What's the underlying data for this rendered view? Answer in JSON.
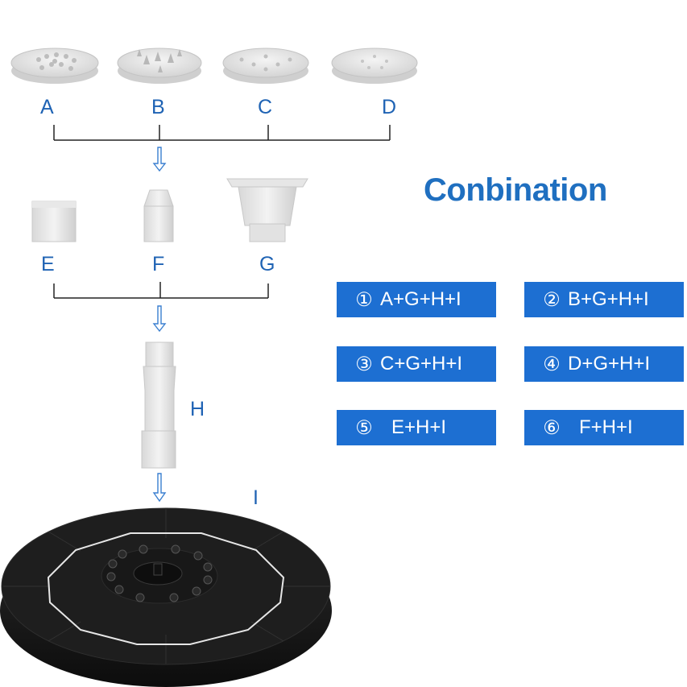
{
  "title": "Conbination",
  "parts": {
    "A": "A",
    "B": "B",
    "C": "C",
    "D": "D",
    "E": "E",
    "F": "F",
    "G": "G",
    "H": "H",
    "I": "I"
  },
  "combinations": [
    {
      "num": "①",
      "text": "A+G+H+I"
    },
    {
      "num": "②",
      "text": "B+G+H+I"
    },
    {
      "num": "③",
      "text": "C+G+H+I"
    },
    {
      "num": "④",
      "text": "D+G+H+I"
    },
    {
      "num": "⑤",
      "text": "E+H+I"
    },
    {
      "num": "⑥",
      "text": "F+H+I"
    }
  ],
  "colors": {
    "label_blue": "#1f63b4",
    "button_blue": "#1d6fd2",
    "title_blue": "#1f6fc0",
    "panel_black": "#1e1e1e"
  }
}
